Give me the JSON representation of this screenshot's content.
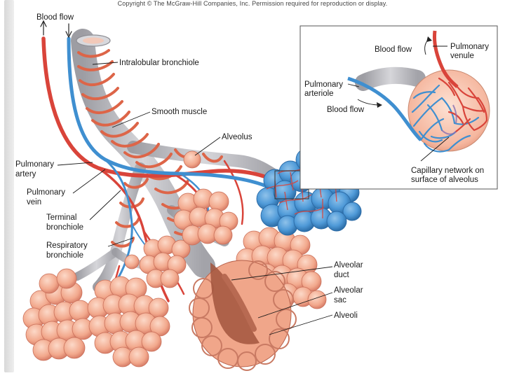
{
  "copyright": "Copyright © The McGraw-Hill Companies, Inc. Permission required for reproduction or display.",
  "labels": {
    "blood_flow_main": "Blood flow",
    "intralobular_bronchiole": "Intralobular bronchiole",
    "smooth_muscle": "Smooth muscle",
    "alveolus": "Alveolus",
    "pulmonary_artery_1": "Pulmonary",
    "pulmonary_artery_2": "artery",
    "pulmonary_vein_1": "Pulmonary",
    "pulmonary_vein_2": "vein",
    "terminal_bronchiole_1": "Terminal",
    "terminal_bronchiole_2": "bronchiole",
    "respiratory_bronchiole_1": "Respiratory",
    "respiratory_bronchiole_2": "bronchiole",
    "alveolar_duct_1": "Alveolar",
    "alveolar_duct_2": "duct",
    "alveolar_sac_1": "Alveolar",
    "alveolar_sac_2": "sac",
    "alveoli": "Alveoli"
  },
  "inset": {
    "blood_flow_top": "Blood flow",
    "pulmonary_venule_1": "Pulmonary",
    "pulmonary_venule_2": "venule",
    "pulmonary_arteriole_1": "Pulmonary",
    "pulmonary_arteriole_2": "arteriole",
    "blood_flow_bottom": "Blood flow",
    "capillary_network_1": "Capillary network on",
    "capillary_network_2": "surface of alveolus"
  },
  "colors": {
    "artery_red": "#d9443a",
    "vein_blue": "#3f8fd0",
    "alveolus_pink": "#f2a88c",
    "bronchiole_gray": "#b9b9bd",
    "smooth_muscle": "#e0684c"
  }
}
